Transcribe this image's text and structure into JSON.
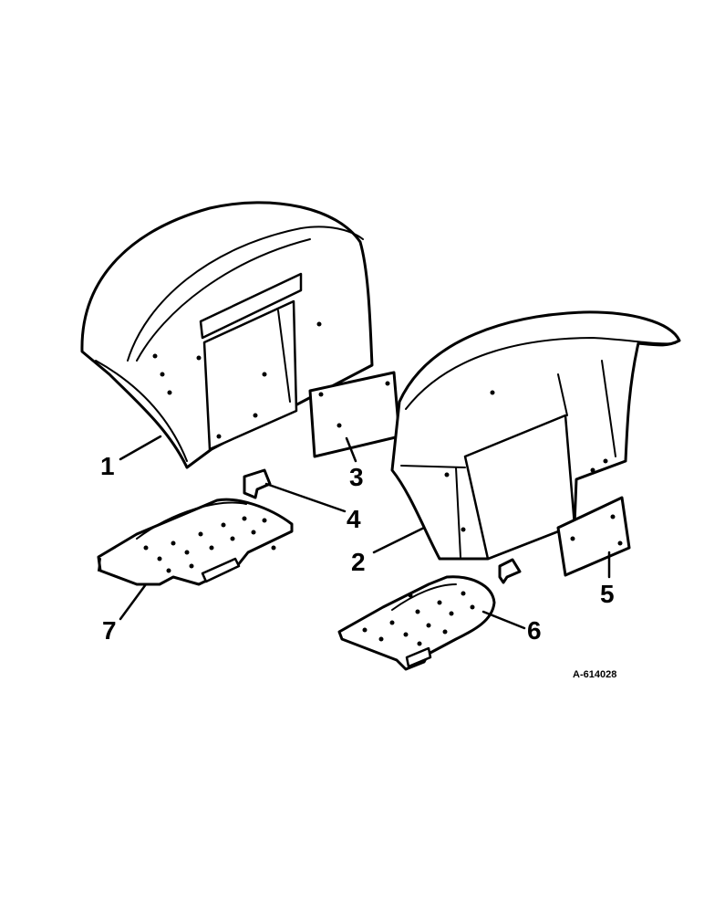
{
  "callouts": [
    "1",
    "2",
    "3",
    "4",
    "5",
    "6",
    "7"
  ],
  "reference": "A-614028",
  "line_color": "#000000",
  "background": "#ffffff"
}
